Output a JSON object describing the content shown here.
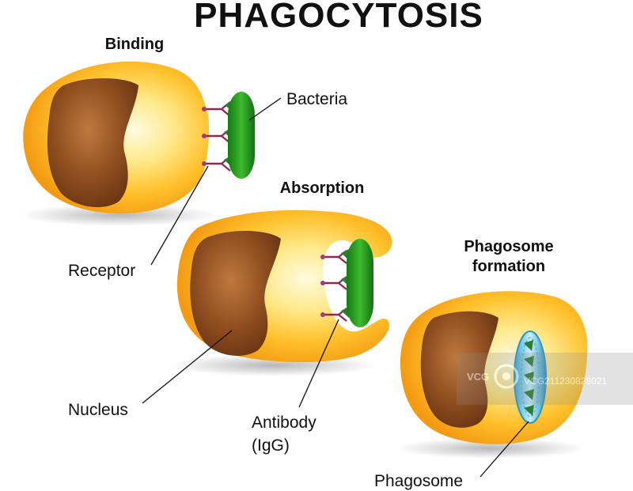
{
  "title": "PHAGOCYTOSIS",
  "stages": {
    "binding": "Binding",
    "absorption": "Absorption",
    "phagosome_formation_line1": "Phagosome",
    "phagosome_formation_line2": "formation"
  },
  "labels": {
    "bacteria": "Bacteria",
    "receptor": "Receptor",
    "nucleus": "Nucleus",
    "antibody_line1": "Antibody",
    "antibody_line2": "(IgG)",
    "phagosome": "Phagosome"
  },
  "watermark": {
    "brand": "VCG",
    "id": "VCG211230828021"
  },
  "colors": {
    "cell_outer": "#f7a21b",
    "cell_inner": "#fff6c8",
    "nucleus": "#8b4a1c",
    "bacteria": "#1f9a1f",
    "antibody": "#2e7d32",
    "receptor": "#8b2a4a",
    "phagosome": "#7fd6ef"
  }
}
